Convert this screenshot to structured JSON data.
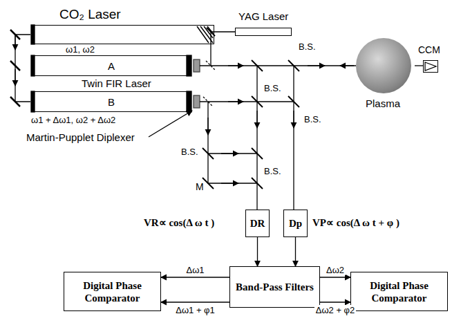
{
  "diagram": {
    "nodes": [
      {
        "text": [
          "CO₂ Laser"
        ]
      },
      {
        "text": [
          "A"
        ]
      },
      {
        "text": [
          "B"
        ]
      },
      {
        "text": [
          "YAG Laser"
        ]
      },
      {
        "text": [
          "Plasma"
        ]
      },
      {
        "text": [
          "CCM"
        ]
      },
      {
        "text": [
          "DR"
        ]
      },
      {
        "text": [
          "Dp"
        ]
      },
      {
        "text": [
          "Band-Pass Filters"
        ]
      },
      {
        "text": [
          "Digital Phase Comparator"
        ]
      },
      {
        "text": [
          "Digital Phase Comparator"
        ]
      }
    ],
    "edges": [
      {
        "from": 6,
        "to": 8,
        "arrow": "to"
      },
      {
        "from": 7,
        "to": 8,
        "arrow": "to"
      },
      {
        "from": 8,
        "to": 9,
        "label": "Δω1",
        "arrow": "to"
      },
      {
        "from": 8,
        "to": 9,
        "label": "Δω1 + φ1",
        "arrow": "to"
      },
      {
        "from": 8,
        "to": 10,
        "label": "Δω2",
        "arrow": "to"
      },
      {
        "from": 8,
        "to": 10,
        "label": "Δω2 + φ2",
        "arrow": "to"
      }
    ],
    "labels": [
      "ω1, ω2",
      "Twin FIR Laser",
      "ω1 + Δω1,  ω2 + Δω2",
      "Martin-Pupplet Diplexer",
      "B.S.",
      "B.S.",
      "B.S.",
      "B.S.",
      "B.S.",
      "M",
      "VR∝ cos(Δ ω t )",
      "VP∝ cos(Δ ω t + φ )"
    ]
  }
}
